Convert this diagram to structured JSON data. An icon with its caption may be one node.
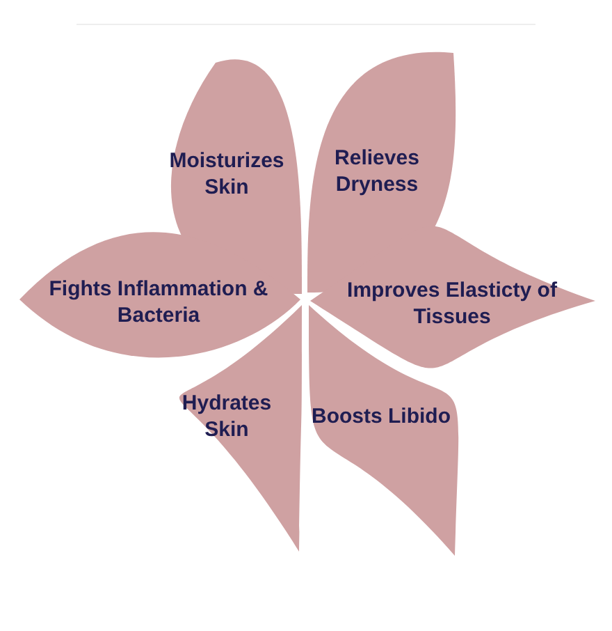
{
  "diagram": {
    "nodes": [
      {
        "text": [
          "Moisturizes Skin"
        ]
      },
      {
        "text": [
          "Relieves Dryness"
        ]
      },
      {
        "text": [
          "Fights Inflammation & Bacteria"
        ]
      },
      {
        "text": [
          "Improves Elasticty of Tissues"
        ]
      },
      {
        "text": [
          "Hydrates Skin"
        ]
      },
      {
        "text": [
          "Boosts Libido"
        ]
      }
    ]
  }
}
